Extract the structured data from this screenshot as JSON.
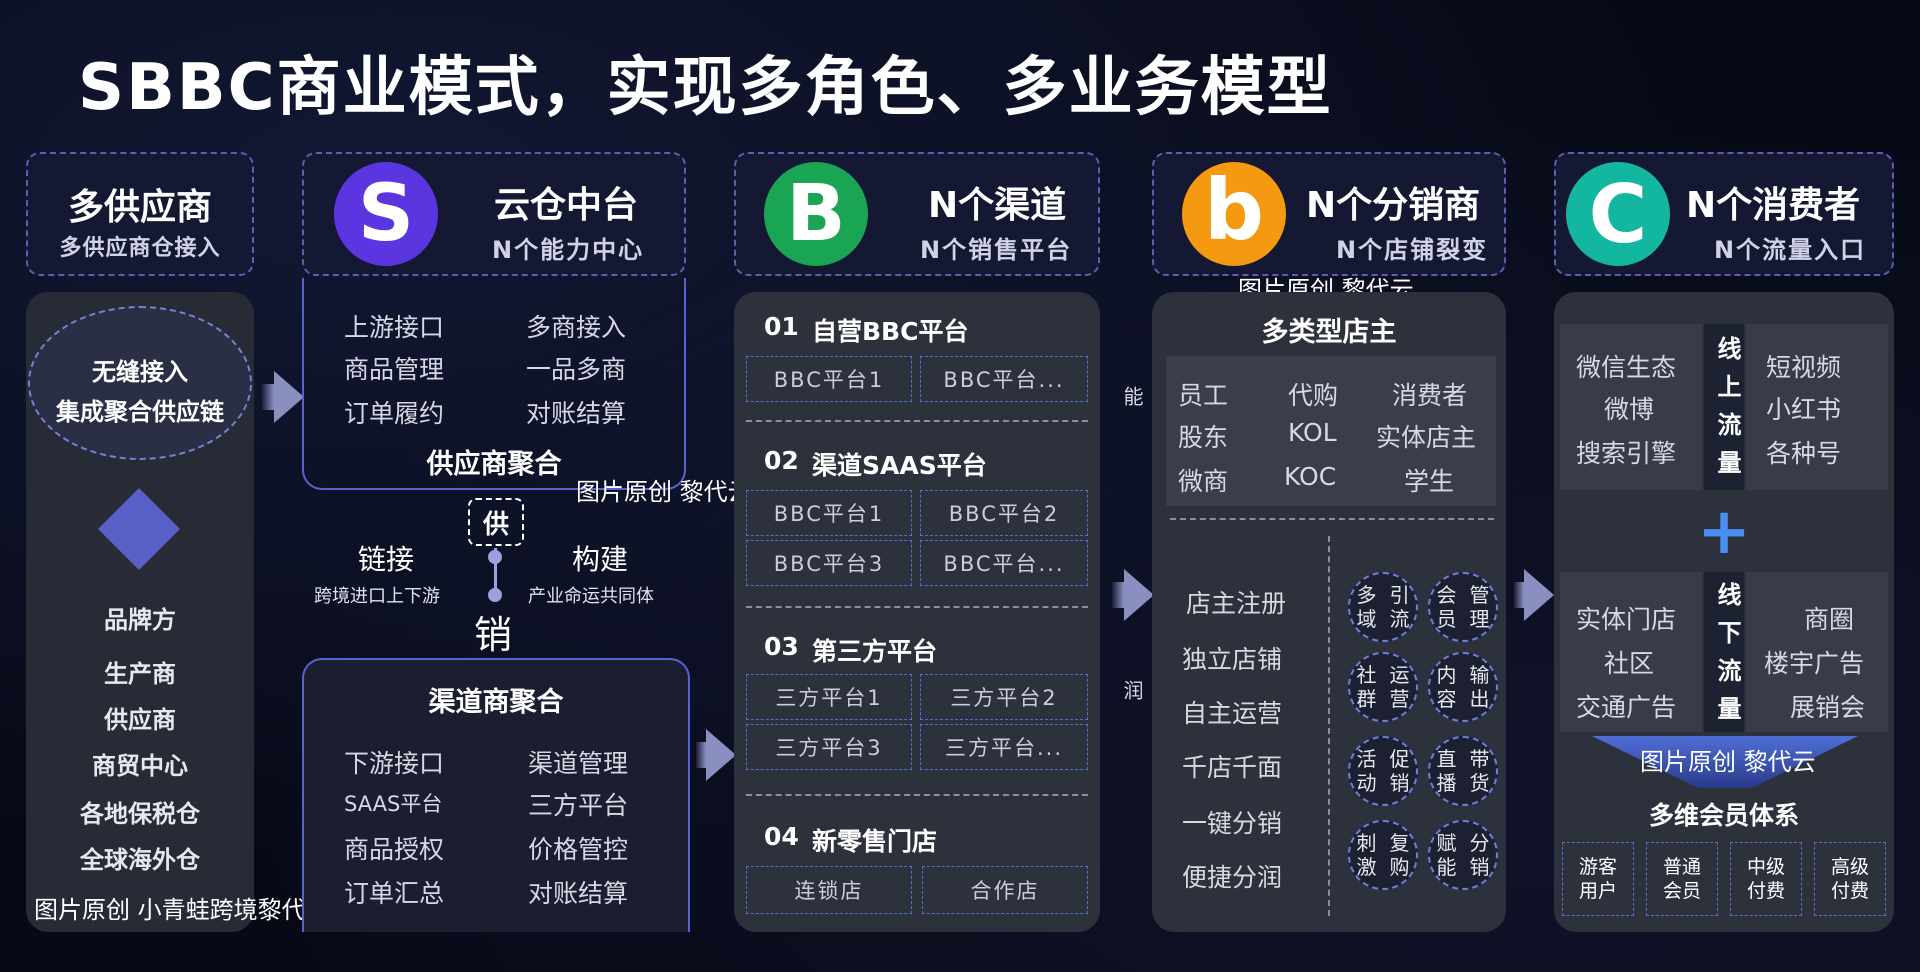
{
  "title": "SBBC商业模式，实现多角色、多业务模型",
  "watermarks": {
    "w1": "图片原创 黎代云",
    "w2": "图片原创 黎代云",
    "w3": "图片原创 黎代云",
    "w4": "图片原创 小青蛙跨境黎代云"
  },
  "col1": {
    "title": "多供应商",
    "subtitle": "多供应商仓接入",
    "ellipse_line1": "无缝接入",
    "ellipse_line2": "集成聚合供应链",
    "items": [
      "品牌方",
      "生产商",
      "供应商",
      "商贸中心",
      "各地保税仓",
      "全球海外仓"
    ]
  },
  "col2": {
    "letter": "S",
    "title": "云仓中台",
    "subtitle": "N个能力中心",
    "supplier_items": [
      "上游接口",
      "多商接入",
      "商品管理",
      "一品多商",
      "订单履约",
      "对账结算"
    ],
    "supplier_title": "供应商聚合",
    "link_left": "链接",
    "link_left_sub": "跨境进口上下游",
    "link_right": "构建",
    "link_right_sub": "产业命运共同体",
    "gong": "供",
    "xiao": "销",
    "channel_title": "渠道商聚合",
    "channel_items": [
      "下游接口",
      "渠道管理",
      "SAAS平台",
      "三方平台",
      "商品授权",
      "价格管控",
      "订单汇总",
      "对账结算"
    ]
  },
  "col3": {
    "letter": "B",
    "title": "N个渠道",
    "subtitle": "N个销售平台",
    "sections": [
      {
        "num": "01",
        "title": "自营BBC平台",
        "boxes": [
          "BBC平台1",
          "BBC平台..."
        ]
      },
      {
        "num": "02",
        "title": "渠道SAAS平台",
        "boxes": [
          "BBC平台1",
          "BBC平台2",
          "BBC平台3",
          "BBC平台..."
        ]
      },
      {
        "num": "03",
        "title": "第三方平台",
        "boxes": [
          "三方平台1",
          "三方平台2",
          "三方平台3",
          "三方平台..."
        ]
      },
      {
        "num": "04",
        "title": "新零售门店",
        "boxes": [
          "连锁店",
          "合作店"
        ]
      }
    ],
    "vert_top": "招商+赋能",
    "vert_bottom": "激励+分润"
  },
  "col4": {
    "letter": "b",
    "title": "N个分销商",
    "subtitle": "N个店铺裂变",
    "panel_title": "多类型店主",
    "types": [
      "员工",
      "代购",
      "消费者",
      "股东",
      "KOL",
      "实体店主",
      "微商",
      "KOC",
      "学生"
    ],
    "features": [
      "店主注册",
      "独立店铺",
      "自主运营",
      "千店千面",
      "一键分销",
      "便捷分润"
    ],
    "tags": [
      [
        "多域",
        "引流"
      ],
      [
        "会员",
        "管理"
      ],
      [
        "社群",
        "运营"
      ],
      [
        "内容",
        "输出"
      ],
      [
        "活动",
        "促销"
      ],
      [
        "直播",
        "带货"
      ],
      [
        "刺激",
        "复购"
      ],
      [
        "赋能",
        "分销"
      ]
    ]
  },
  "col5": {
    "letter": "C",
    "title": "N个消费者",
    "subtitle": "N个流量入口",
    "online_label": "线上流量",
    "online_left": [
      "微信生态",
      "微博",
      "搜索引擎"
    ],
    "online_right": [
      "短视频",
      "小红书",
      "各种号"
    ],
    "plus": "+",
    "offline_label": "线下流量",
    "offline_left": [
      "实体门店",
      "社区",
      "交通广告"
    ],
    "offline_right": [
      "商圈",
      "楼宇广告",
      "展销会"
    ],
    "member_title": "多维会员体系",
    "members": [
      [
        "游客",
        "用户"
      ],
      [
        "普通",
        "会员"
      ],
      [
        "中级",
        "付费"
      ],
      [
        "高级",
        "付费"
      ]
    ]
  },
  "colors": {
    "S": "#5a35e0",
    "B": "#1aa555",
    "b": "#f59a10",
    "C": "#13b7a0"
  }
}
